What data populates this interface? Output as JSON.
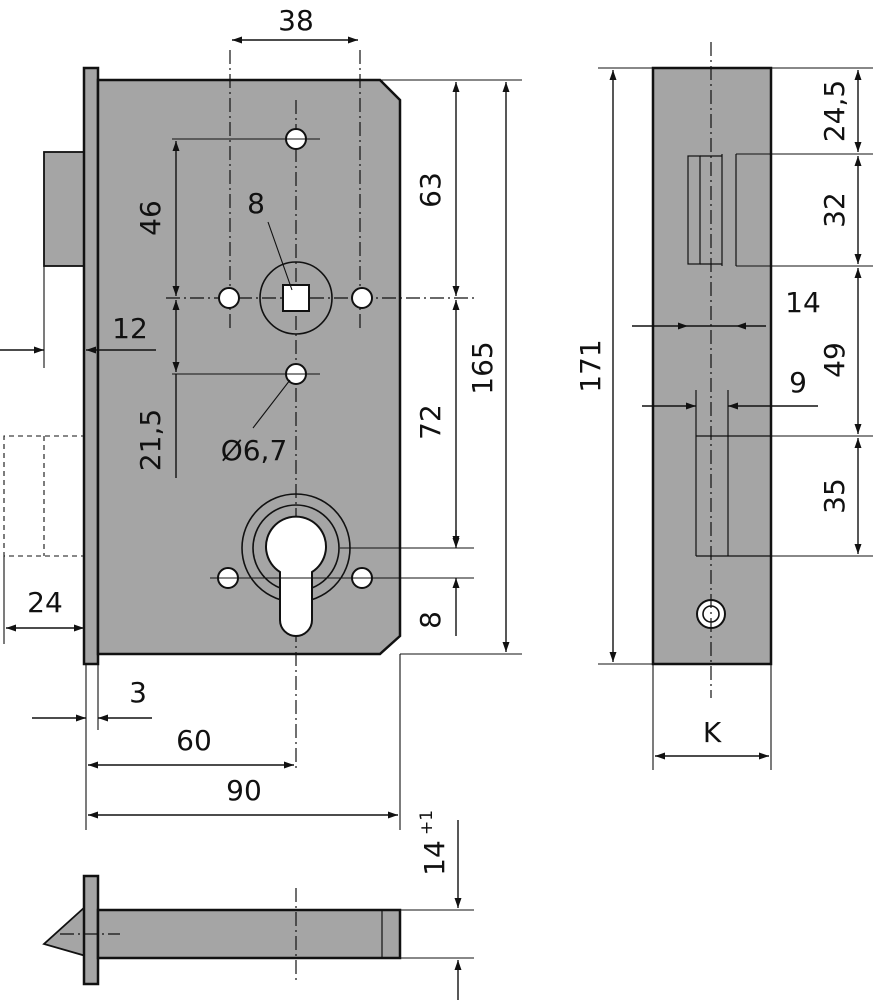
{
  "dimensions": {
    "front": {
      "hole_spacing": "38",
      "upper_hole_offset": "46",
      "square_size": "8",
      "bolt_projection": "12",
      "lower_hole_offset": "21,5",
      "hole_diameter": "Ø6,7",
      "latch_height": "24",
      "forend_thickness": "3",
      "backset": "60",
      "case_depth": "90",
      "top_to_follower": "63",
      "total_height": "165",
      "follower_to_cylinder": "72",
      "cylinder_offset": "8"
    },
    "side": {
      "forend_height": "171",
      "top_offset": "24,5",
      "bolt_height": "32",
      "bolt_width": "14",
      "spacing": "49",
      "latch_width": "9",
      "latch_height": "35",
      "forend_width": "K"
    },
    "bottom": {
      "case_thickness": "14",
      "tolerance": "+1"
    }
  }
}
